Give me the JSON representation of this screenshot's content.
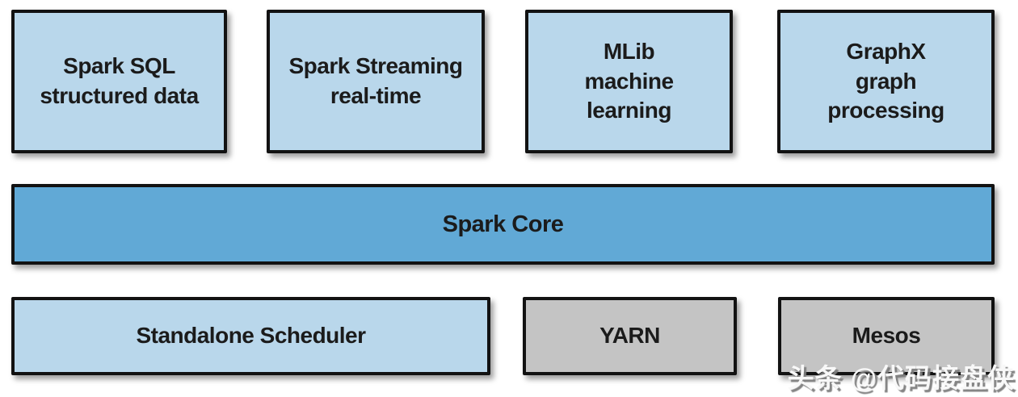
{
  "colors": {
    "background": "#ffffff",
    "component_fill": "#b9d7eb",
    "core_fill": "#61a9d6",
    "cluster_fill": "#c4c4c4",
    "border": "#121212",
    "text": "#1b1b1b",
    "watermark_text": "#f8f8f8",
    "watermark_shadow": "#7d7d7d"
  },
  "diagram": {
    "components": [
      {
        "id": "spark-sql",
        "label": "Spark SQL\nstructured data"
      },
      {
        "id": "spark-streaming",
        "label": "Spark Streaming\nreal-time"
      },
      {
        "id": "mlib",
        "label": "MLib\nmachine\nlearning"
      },
      {
        "id": "graphx",
        "label": "GraphX\ngraph\nprocessing"
      }
    ],
    "core": {
      "label": "Spark Core"
    },
    "cluster_managers": [
      {
        "id": "standalone-scheduler",
        "label": "Standalone Scheduler"
      },
      {
        "id": "yarn",
        "label": "YARN"
      },
      {
        "id": "mesos",
        "label": "Mesos"
      }
    ]
  },
  "watermark": {
    "text": "头条 @代码接盘侠"
  }
}
